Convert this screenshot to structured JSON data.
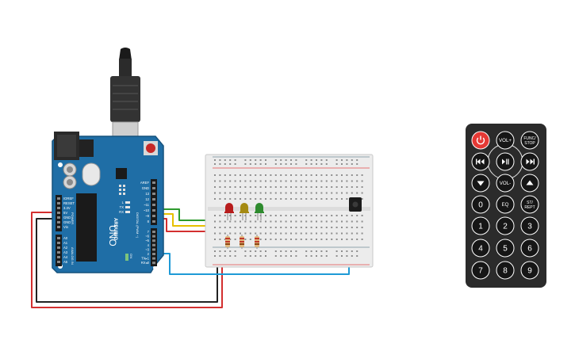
{
  "arduino": {
    "brand": "ARDUINO",
    "model": "UNO",
    "header_top_labels": [
      "AREF",
      "GND",
      "13",
      "12",
      "~11",
      "~10",
      "~9",
      "8"
    ],
    "header_bottom_labels": [
      "7",
      "~6",
      "~5",
      "4",
      "~3",
      "2",
      "TX▸1",
      "RX◂0"
    ],
    "digital_title": "DIGITAL (PWM ~)",
    "power_labels": [
      "IOREF",
      "RESET",
      "3.3V",
      "5V",
      "GND",
      "GND",
      "Vin"
    ],
    "power_title": "POWER",
    "analog_labels": [
      "A0",
      "A1",
      "A2",
      "A3",
      "A4",
      "A5"
    ],
    "analog_title": "ANALOG IN",
    "led_labels": [
      "L",
      "TX",
      "RX"
    ],
    "on_label": "ON"
  },
  "breadboard": {
    "leds": [
      {
        "name": "red-led",
        "color": "#b71c1c"
      },
      {
        "name": "yellow-led",
        "color": "#a58a12"
      },
      {
        "name": "green-led",
        "color": "#2e8b2e"
      }
    ]
  },
  "remote": {
    "buttons": [
      {
        "id": "power",
        "label": "",
        "icon": "power-icon"
      },
      {
        "id": "vol-up",
        "label": "VOL+"
      },
      {
        "id": "func-stop",
        "label": "FUNC/STOP"
      },
      {
        "id": "prev",
        "label": "",
        "icon": "previous-track-icon"
      },
      {
        "id": "play-pause",
        "label": "",
        "icon": "play-pause-icon"
      },
      {
        "id": "next",
        "label": "",
        "icon": "next-track-icon"
      },
      {
        "id": "down",
        "label": "",
        "icon": "down-arrow-icon"
      },
      {
        "id": "vol-down",
        "label": "VOL-"
      },
      {
        "id": "up",
        "label": "",
        "icon": "up-arrow-icon"
      },
      {
        "id": "zero",
        "label": "0"
      },
      {
        "id": "eq",
        "label": "EQ"
      },
      {
        "id": "st-rept",
        "label": "ST/REPT"
      },
      {
        "id": "one",
        "label": "1"
      },
      {
        "id": "two",
        "label": "2"
      },
      {
        "id": "three",
        "label": "3"
      },
      {
        "id": "four",
        "label": "4"
      },
      {
        "id": "five",
        "label": "5"
      },
      {
        "id": "six",
        "label": "6"
      },
      {
        "id": "seven",
        "label": "7"
      },
      {
        "id": "eight",
        "label": "8"
      },
      {
        "id": "nine",
        "label": "9"
      }
    ]
  },
  "colors": {
    "board_blue": "#1f6ea6",
    "wire_red": "#d32f2f",
    "wire_black": "#222222",
    "wire_green": "#2e9a2e",
    "wire_yellow": "#e6c000",
    "wire_blue": "#1e9ad6",
    "remote_body": "#2b2b2b",
    "power_button": "#e53935"
  }
}
